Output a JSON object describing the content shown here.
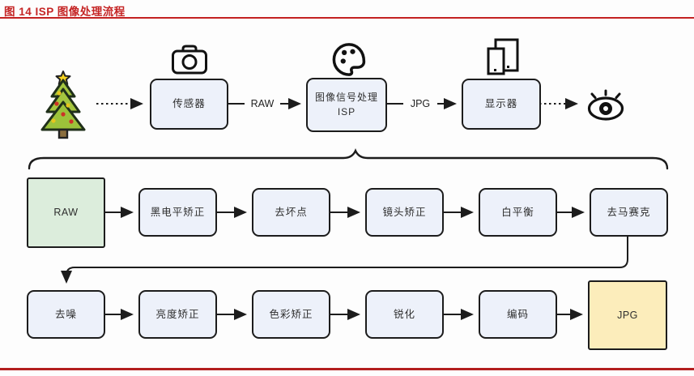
{
  "figure": {
    "title": "图 14 ISP 图像处理流程"
  },
  "top_flow": {
    "sensor": "传感器",
    "isp_line1": "图像信号处理",
    "isp_line2": "ISP",
    "display": "显示器",
    "raw_label": "RAW",
    "jpg_label": "JPG"
  },
  "pipeline": {
    "row1": [
      "RAW",
      "黑电平矫正",
      "去坏点",
      "镜头矫正",
      "白平衡",
      "去马赛克"
    ],
    "row2": [
      "去噪",
      "亮度矫正",
      "色彩矫正",
      "锐化",
      "编码",
      "JPG"
    ]
  },
  "icons": {
    "scene": "christmas-tree-icon",
    "capture": "camera-icon",
    "processing": "palette-icon",
    "output": "devices-icon",
    "viewer": "eye-icon"
  },
  "colors": {
    "accent_red": "#c32222",
    "step_box_fill": "#edf1fa",
    "raw_box_fill": "#dceddc",
    "jpg_box_fill": "#fcedbb",
    "line": "#1c1c1c"
  }
}
